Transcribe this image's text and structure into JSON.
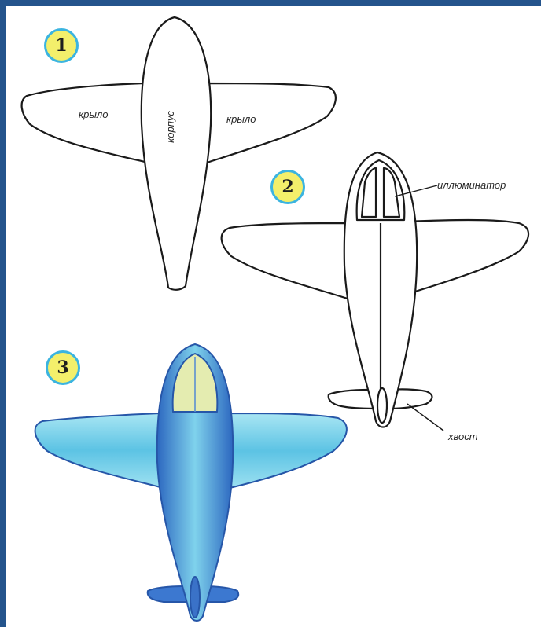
{
  "steps": [
    {
      "number": "1"
    },
    {
      "number": "2"
    },
    {
      "number": "3"
    }
  ],
  "labels": {
    "wing_left": "крыло",
    "wing_right": "крыло",
    "body": "корпус",
    "porthole": "иллюминатор",
    "tail": "хвост"
  },
  "colors": {
    "frame": "#24548c",
    "badge_fill": "#f3ef6b",
    "badge_ring": "#3bb4e0",
    "plane_blue_light": "#8fdcf0",
    "plane_blue_dark": "#2f6fc4"
  }
}
